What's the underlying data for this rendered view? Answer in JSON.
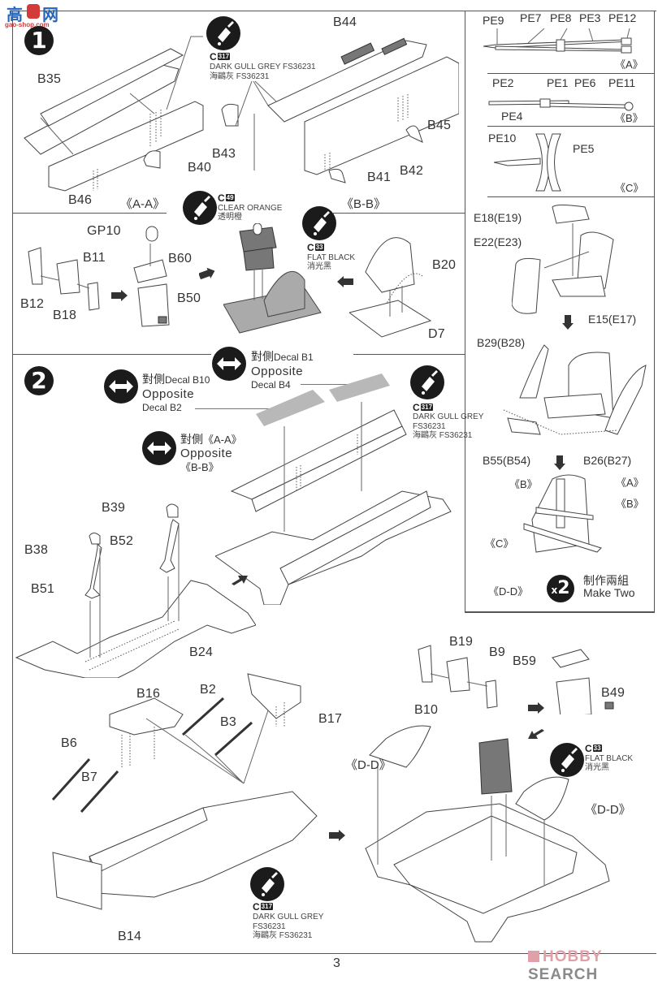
{
  "page": {
    "number": "3",
    "watermarks": {
      "top_left": {
        "chars": [
          "高",
          "网"
        ],
        "url_text": "gao-shop.com"
      },
      "bottom_right": {
        "part1": "HOBBY",
        "part2": "SEARCH"
      }
    }
  },
  "colors": {
    "ink": "#222222",
    "frame": "#555555",
    "decal_grey": "#b8b8b8",
    "part_grey": "#777777",
    "watermark_blue": "#2a66b8",
    "watermark_red": "#d43a3a",
    "hobby_pink": "#e0a0a8",
    "hobby_grey": "#8a8a8a"
  },
  "steps": [
    {
      "number": "1"
    },
    {
      "number": "2"
    }
  ],
  "paints": {
    "dark_gull_grey": {
      "code_prefix": "C",
      "code": "317",
      "name": "DARK GULL GREY FS36231",
      "name_en": "DARK GULL GREY",
      "fs": "FS36231",
      "name_cn": "海鷗灰 FS36231"
    },
    "clear_orange": {
      "code_prefix": "C",
      "code": "49",
      "name": "CLEAR ORANGE",
      "name_cn": "透明橙"
    },
    "flat_black": {
      "code_prefix": "C",
      "code": "33",
      "name": "FLAT BLACK",
      "name_cn": "消光黑"
    }
  },
  "step1": {
    "aa": {
      "view_label": "《A-A》",
      "parts": [
        "B35",
        "B43",
        "B40",
        "B46"
      ]
    },
    "bb": {
      "view_label": "《B-B》",
      "parts": [
        "B44",
        "B45",
        "B42",
        "B41"
      ]
    },
    "sub": {
      "parts": [
        "GP10",
        "B11",
        "B60",
        "B12",
        "B18",
        "B50",
        "B20",
        "D7"
      ]
    }
  },
  "harness": {
    "a": {
      "parts": [
        "PE9",
        "PE7",
        "PE8",
        "PE3",
        "PE12"
      ],
      "view_label": "《A》"
    },
    "b": {
      "parts": [
        "PE2",
        "PE1",
        "PE6",
        "PE11",
        "PE4"
      ],
      "view_label": "《B》"
    },
    "c": {
      "parts": [
        "PE10",
        "PE5"
      ],
      "view_label": "《C》"
    }
  },
  "seat": {
    "parts": [
      "E18(E19)",
      "E22(E23)",
      "E15(E17)",
      "B29(B28)",
      "B55(B54)",
      "B26(B27)"
    ],
    "refs": [
      "《B》",
      "《A》",
      "《B》",
      "《C》"
    ],
    "view_label": "《D-D》",
    "make": {
      "multiplier_x": "x",
      "multiplier_n": "2",
      "cn": "制作兩組",
      "en": "Make Two"
    }
  },
  "step2": {
    "flip1": {
      "cn": "對側",
      "decal": "Decal B10",
      "opposite": "Opposite",
      "decal2": "Decal B2"
    },
    "flip2": {
      "cn": "對側",
      "decal": "Decal B1",
      "opposite": "Opposite",
      "decal2": "Decal B4"
    },
    "flip3": {
      "cn": "對側",
      "ref": "《A-A》",
      "opposite": "Opposite",
      "ref2": "《B-B》"
    },
    "parts_upper": [
      "B39",
      "B52",
      "B38",
      "B51",
      "B24"
    ],
    "parts_lower": [
      "B16",
      "B2",
      "B3",
      "B17",
      "B6",
      "B7",
      "B14"
    ],
    "parts_right": [
      "B19",
      "B9",
      "B59",
      "B10",
      "B49"
    ],
    "dd_label_1": "《D-D》",
    "dd_label_2": "《D-D》"
  }
}
